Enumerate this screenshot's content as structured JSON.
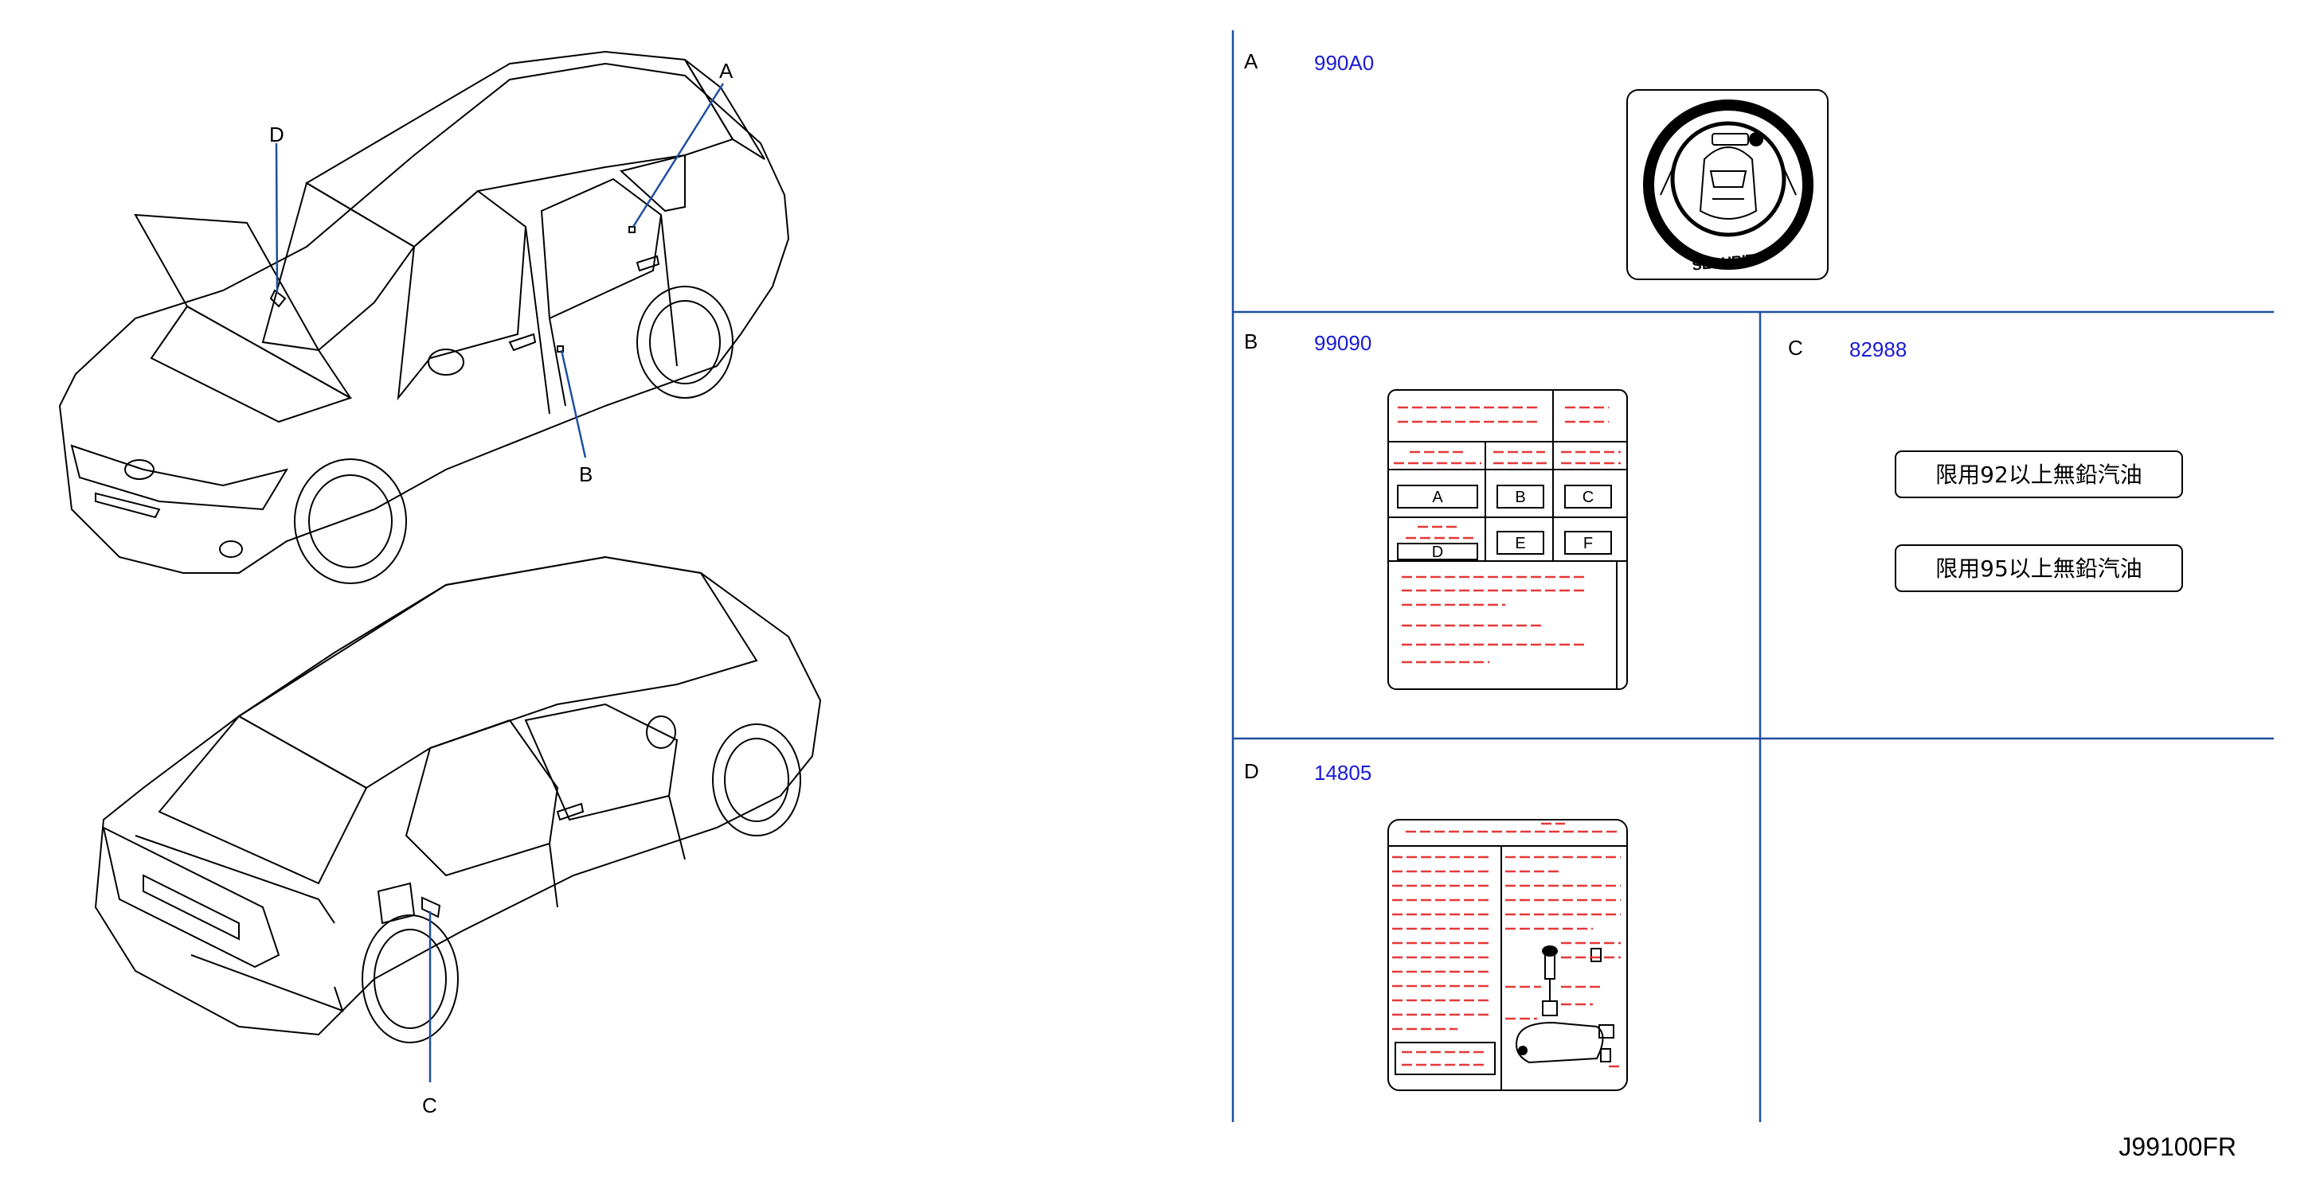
{
  "callouts": {
    "a": "A",
    "b": "B",
    "c": "C",
    "d": "D"
  },
  "panels": [
    {
      "letter": "A",
      "part_no": "990A0"
    },
    {
      "letter": "B",
      "part_no": "99090"
    },
    {
      "letter": "C",
      "part_no": "82988"
    },
    {
      "letter": "D",
      "part_no": "14805"
    }
  ],
  "security_label": {
    "text": "SECURITY"
  },
  "tire_placard_cells": [
    "A",
    "B",
    "C",
    "D",
    "E",
    "F"
  ],
  "fuel_labels": [
    "限用92以上無鉛汽油",
    "限用95以上無鉛汽油"
  ],
  "diagram_code": "J99100FR",
  "colors": {
    "part_number": "#1a1ad6",
    "label_text_lines": "#e63838",
    "leader": "#1f4fa0"
  }
}
